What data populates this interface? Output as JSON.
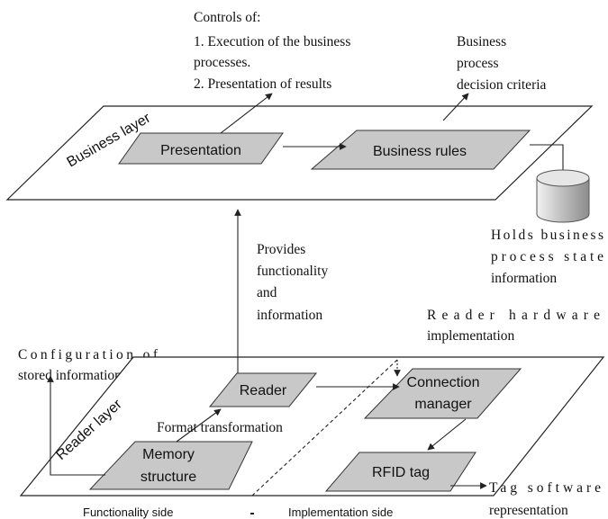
{
  "business_layer": {
    "label": "Business layer",
    "presentation": "Presentation",
    "business_rules": "Business rules"
  },
  "reader_layer": {
    "label": "Reader layer",
    "reader": "Reader",
    "memory_line1": "Memory",
    "memory_line2": "structure",
    "connection_line1": "Connection",
    "connection_line2": "manager",
    "rfid_tag": "RFID tag",
    "functionality_side": "Functionality side",
    "implementation_side": "Implementation side"
  },
  "annotations": {
    "controls_line1": "Controls of:",
    "controls_line2": "1. Execution of the business",
    "controls_line3": "processes.",
    "controls_line4": "2. Presentation of results",
    "criteria_line1": "Business",
    "criteria_line2": "process",
    "criteria_line3": "decision criteria",
    "holds_line1": "Holds business",
    "holds_line2": "process state",
    "holds_line3": "information",
    "provides_line1": "Provides",
    "provides_line2": "functionality",
    "provides_line3": "and",
    "provides_line4": "information",
    "reader_hw_line1": "Reader hardware",
    "reader_hw_line2": "implementation",
    "config_line1": "Configuration of",
    "config_line2": "stored information",
    "format_transformation": "Format transformation",
    "tag_sw_line1": "Tag software",
    "tag_sw_line2": "representation"
  }
}
